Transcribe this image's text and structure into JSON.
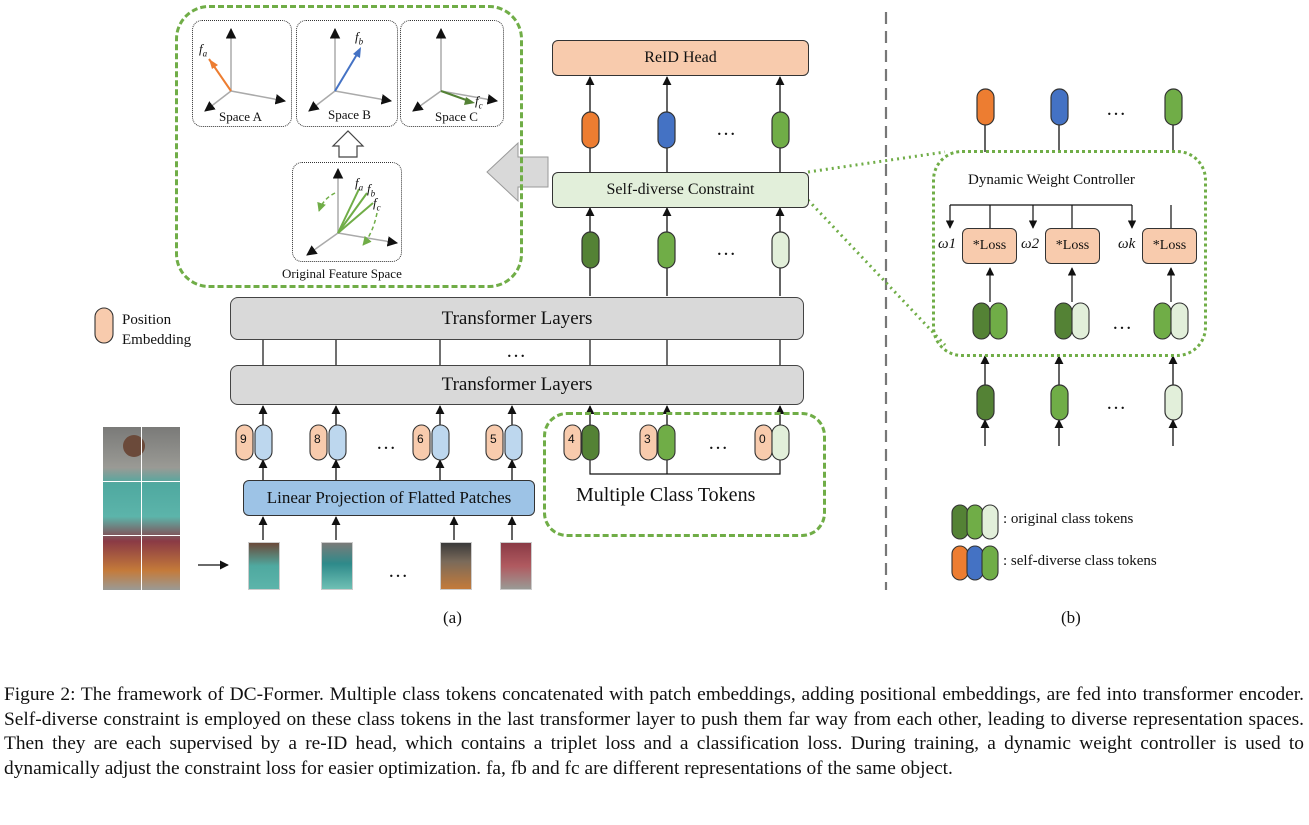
{
  "diagram": {
    "reid_head": "ReID Head",
    "self_diverse_constraint": "Self-diverse Constraint",
    "transformer_layers_top": "Transformer Layers",
    "transformer_layers_bottom": "Transformer Layers",
    "linear_projection": "Linear Projection of Flatted Patches",
    "multiple_class_tokens": "Multiple Class Tokens",
    "position_embedding": "Position\nEmbedding",
    "ellipsis": "…",
    "space_a": "Space A",
    "space_b": "Space B",
    "space_c": "Space C",
    "original_feature_space": "Original Feature Space",
    "fa": "f",
    "fb": "f",
    "fc": "f",
    "dynamic_weight_controller": "Dynamic Weight Controller",
    "loss_label": "Loss",
    "omega_1": "ω1",
    "omega_2": "ω2",
    "omega_k": "ωk",
    "legend_original": ": original class tokens",
    "legend_self_diverse": ": self-diverse class tokens",
    "panel_a": "(a)",
    "panel_b": "(b)",
    "patch_positions": [
      "9",
      "8",
      "6",
      "5"
    ],
    "class_positions": [
      "4",
      "3",
      "0"
    ]
  },
  "caption": "Figure 2: The framework of DC-Former. Multiple class tokens concatenated with patch embeddings, adding positional embeddings, are fed into transformer encoder. Self-diverse constraint is employed on these class tokens in the last transformer layer to push them far way from each other, leading to diverse representation spaces. Then they are each supervised by a re-ID head, which contains a triplet loss and a classification loss. During training, a dynamic weight controller is used to dynamically adjust the constraint loss for easier optimization. fa, fb and fc are different representations of the same object.",
  "colors": {
    "orange": "#ed7d31",
    "blue": "#4472c4",
    "green_mid": "#70ad47",
    "green_dark": "#548235",
    "green_light": "#e2efda",
    "peach": "#f8cbad",
    "light_blue": "#bdd7ee"
  }
}
